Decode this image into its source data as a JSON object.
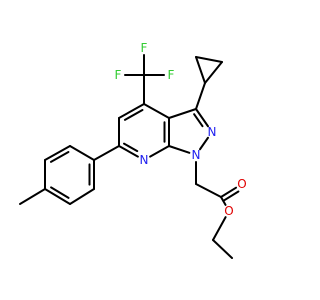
{
  "colors": {
    "bond": "#000000",
    "nitrogen": "#1e1ef0",
    "oxygen": "#e00000",
    "fluorine": "#33cc33",
    "background": "#ffffff"
  },
  "atoms": [
    {
      "id": "F1",
      "label": "F",
      "element": "fluorine"
    },
    {
      "id": "F2",
      "label": "F",
      "element": "fluorine"
    },
    {
      "id": "F3",
      "label": "F",
      "element": "fluorine"
    },
    {
      "id": "N1",
      "label": "N",
      "element": "nitrogen"
    },
    {
      "id": "N2",
      "label": "N",
      "element": "nitrogen"
    },
    {
      "id": "N7",
      "label": "N",
      "element": "nitrogen"
    },
    {
      "id": "O1",
      "label": "O",
      "element": "oxygen"
    },
    {
      "id": "O2",
      "label": "O",
      "element": "oxygen"
    }
  ]
}
